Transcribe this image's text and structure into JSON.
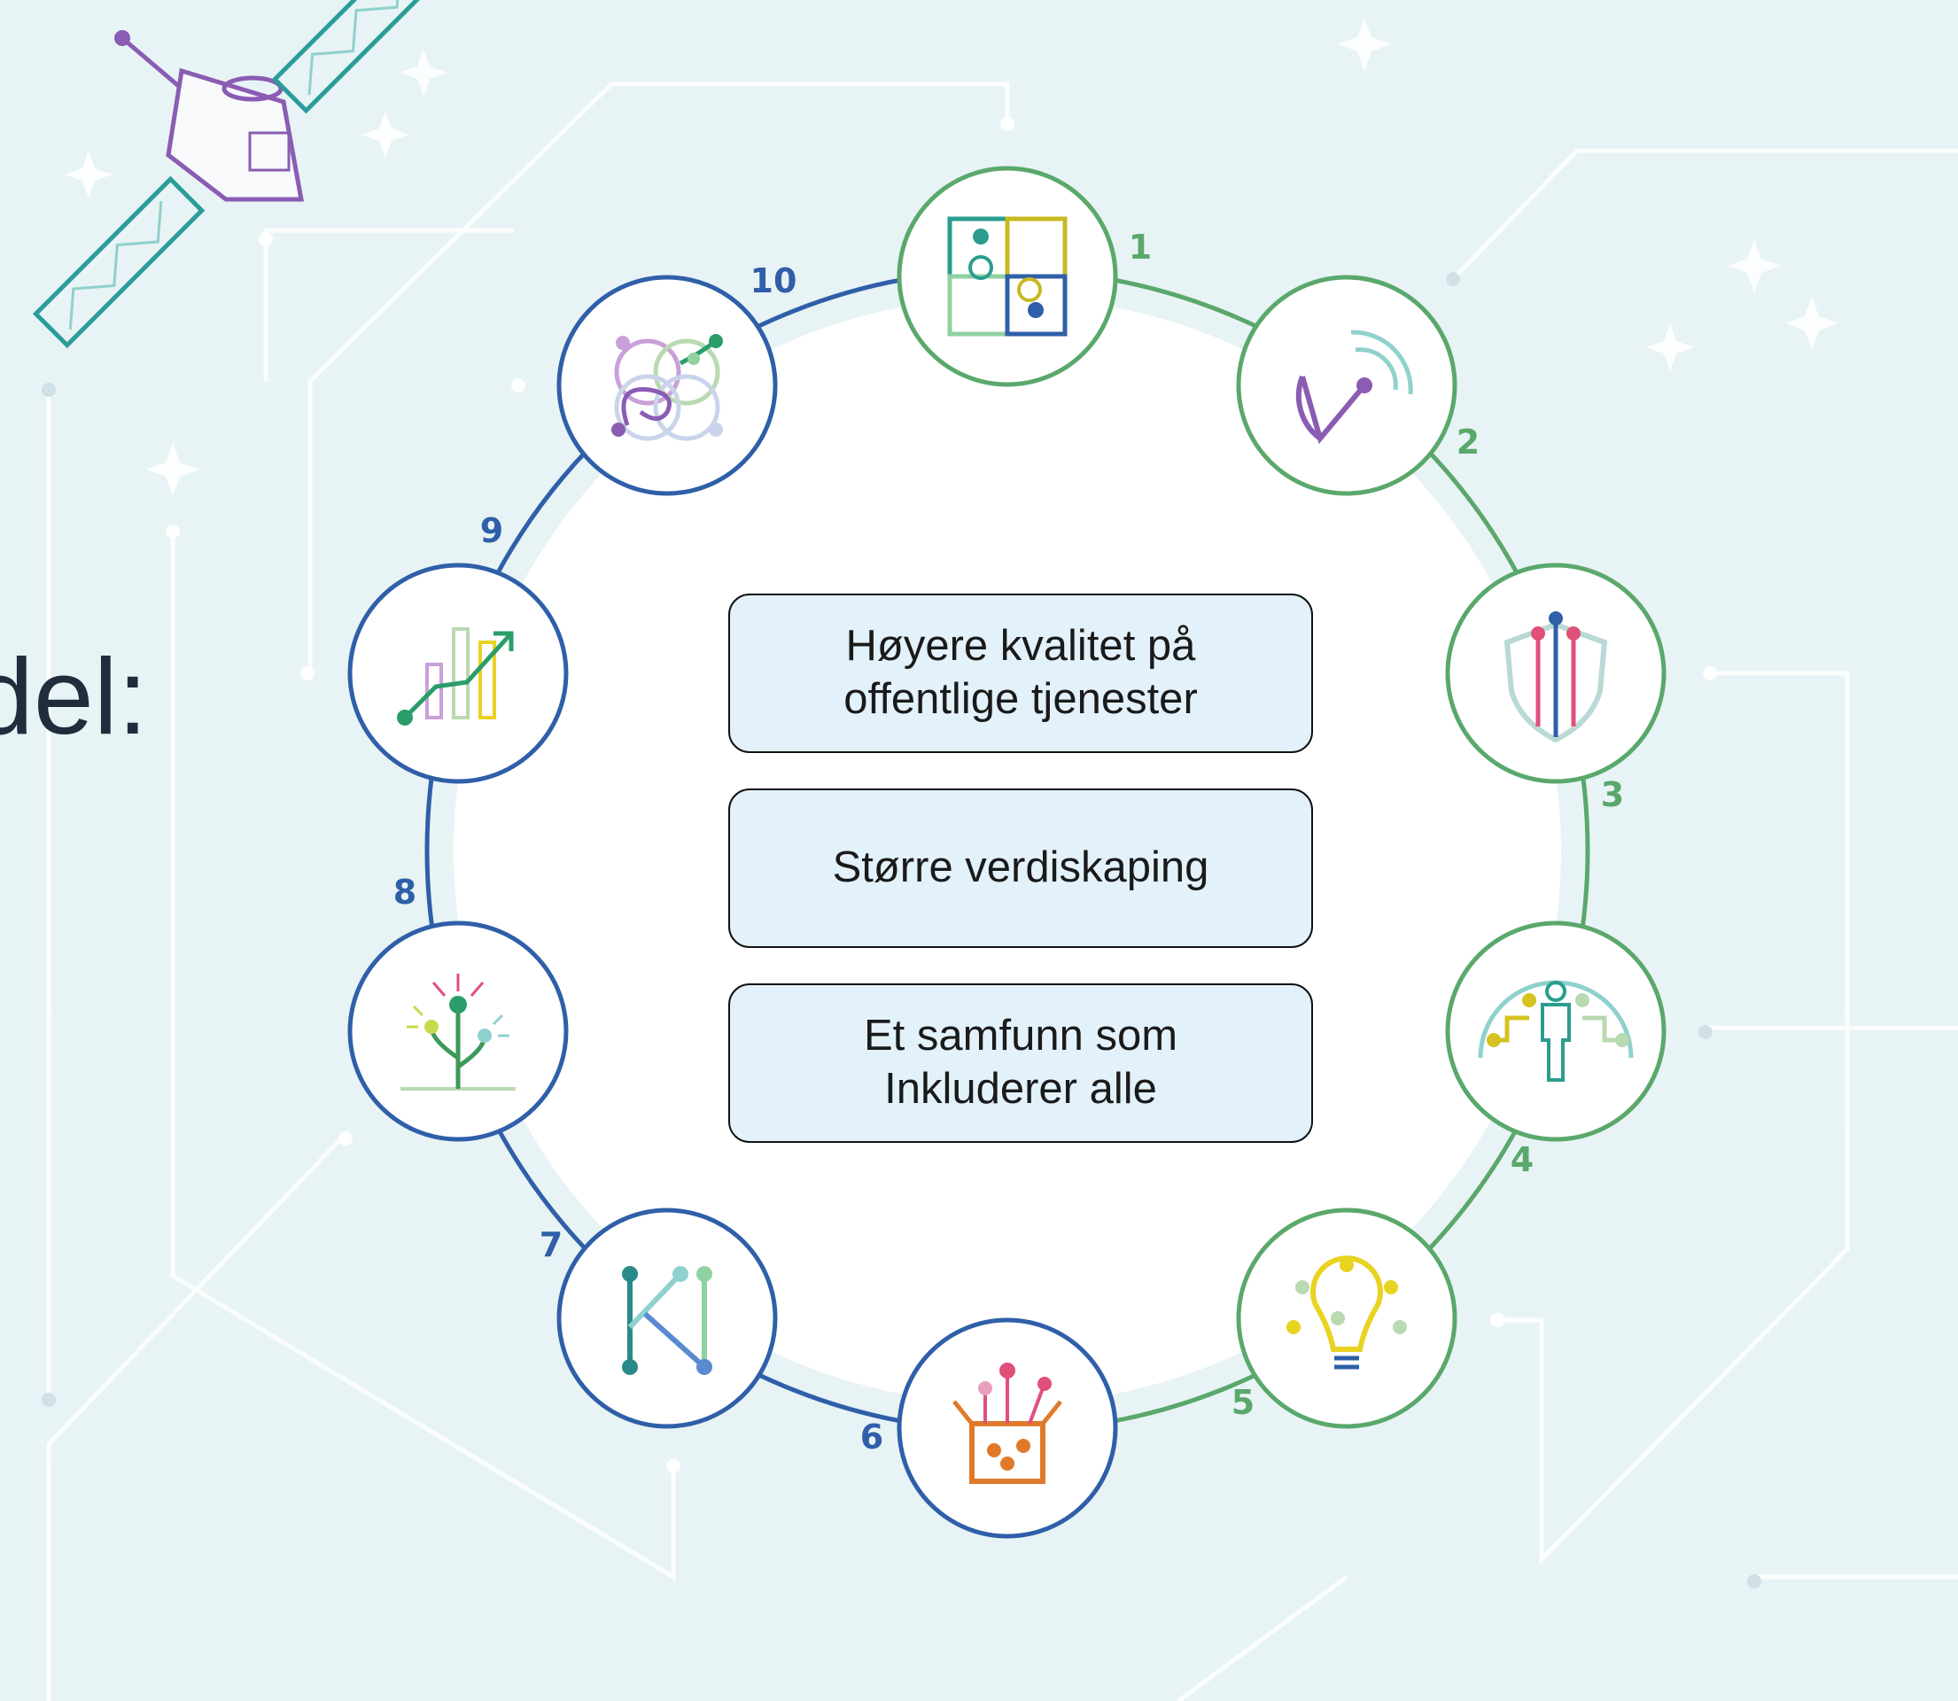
{
  "heading": "del:",
  "goals": [
    "Høyere kvalitet på\noffentlige tjenester",
    "Større verdiskaping",
    "Et samfunn som\nInkluderer alle"
  ],
  "nodes": [
    {
      "label": "1",
      "icon": "puzzle-icon",
      "color": "#5aa86b"
    },
    {
      "label": "2",
      "icon": "radar-icon",
      "color": "#5aa86b"
    },
    {
      "label": "3",
      "icon": "shield-icon",
      "color": "#5aa86b"
    },
    {
      "label": "4",
      "icon": "person-network-icon",
      "color": "#5aa86b"
    },
    {
      "label": "5",
      "icon": "lightbulb-icon",
      "color": "#5aa86b"
    },
    {
      "label": "6",
      "icon": "data-box-icon",
      "color": "#2f5fa8"
    },
    {
      "label": "7",
      "icon": "k-network-icon",
      "color": "#2f5fa8"
    },
    {
      "label": "8",
      "icon": "plant-icon",
      "color": "#2f5fa8"
    },
    {
      "label": "9",
      "icon": "growth-chart-icon",
      "color": "#2f5fa8"
    },
    {
      "label": "10",
      "icon": "linked-circles-icon",
      "color": "#2f5fa8"
    }
  ],
  "colors": {
    "green": "#5aa86b",
    "blue": "#2f5fa8",
    "background": "#e8f3f5",
    "goal_box": "#e3f1fa"
  }
}
